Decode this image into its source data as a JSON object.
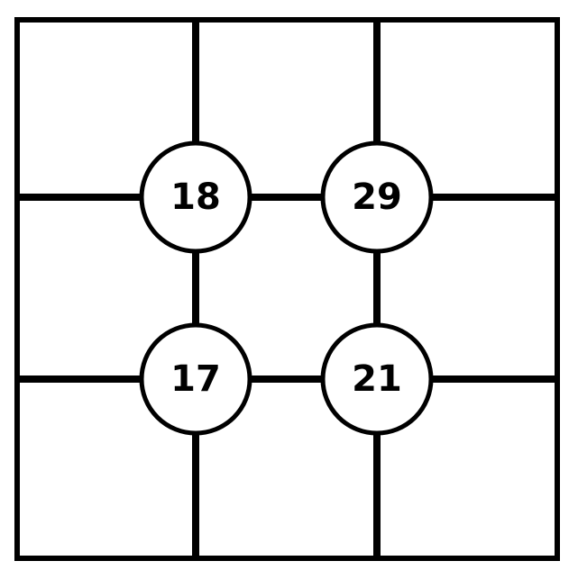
{
  "puzzle": {
    "colors": {
      "line": "#000000",
      "background": "#ffffff",
      "clue_fill": "#ffffff",
      "clue_text": "#000000"
    },
    "grid": {
      "rows": 3,
      "cols": 3
    },
    "clues": [
      {
        "value": "18",
        "row": 1,
        "col": 1
      },
      {
        "value": "29",
        "row": 1,
        "col": 2
      },
      {
        "value": "17",
        "row": 2,
        "col": 1
      },
      {
        "value": "21",
        "row": 2,
        "col": 2
      }
    ]
  }
}
